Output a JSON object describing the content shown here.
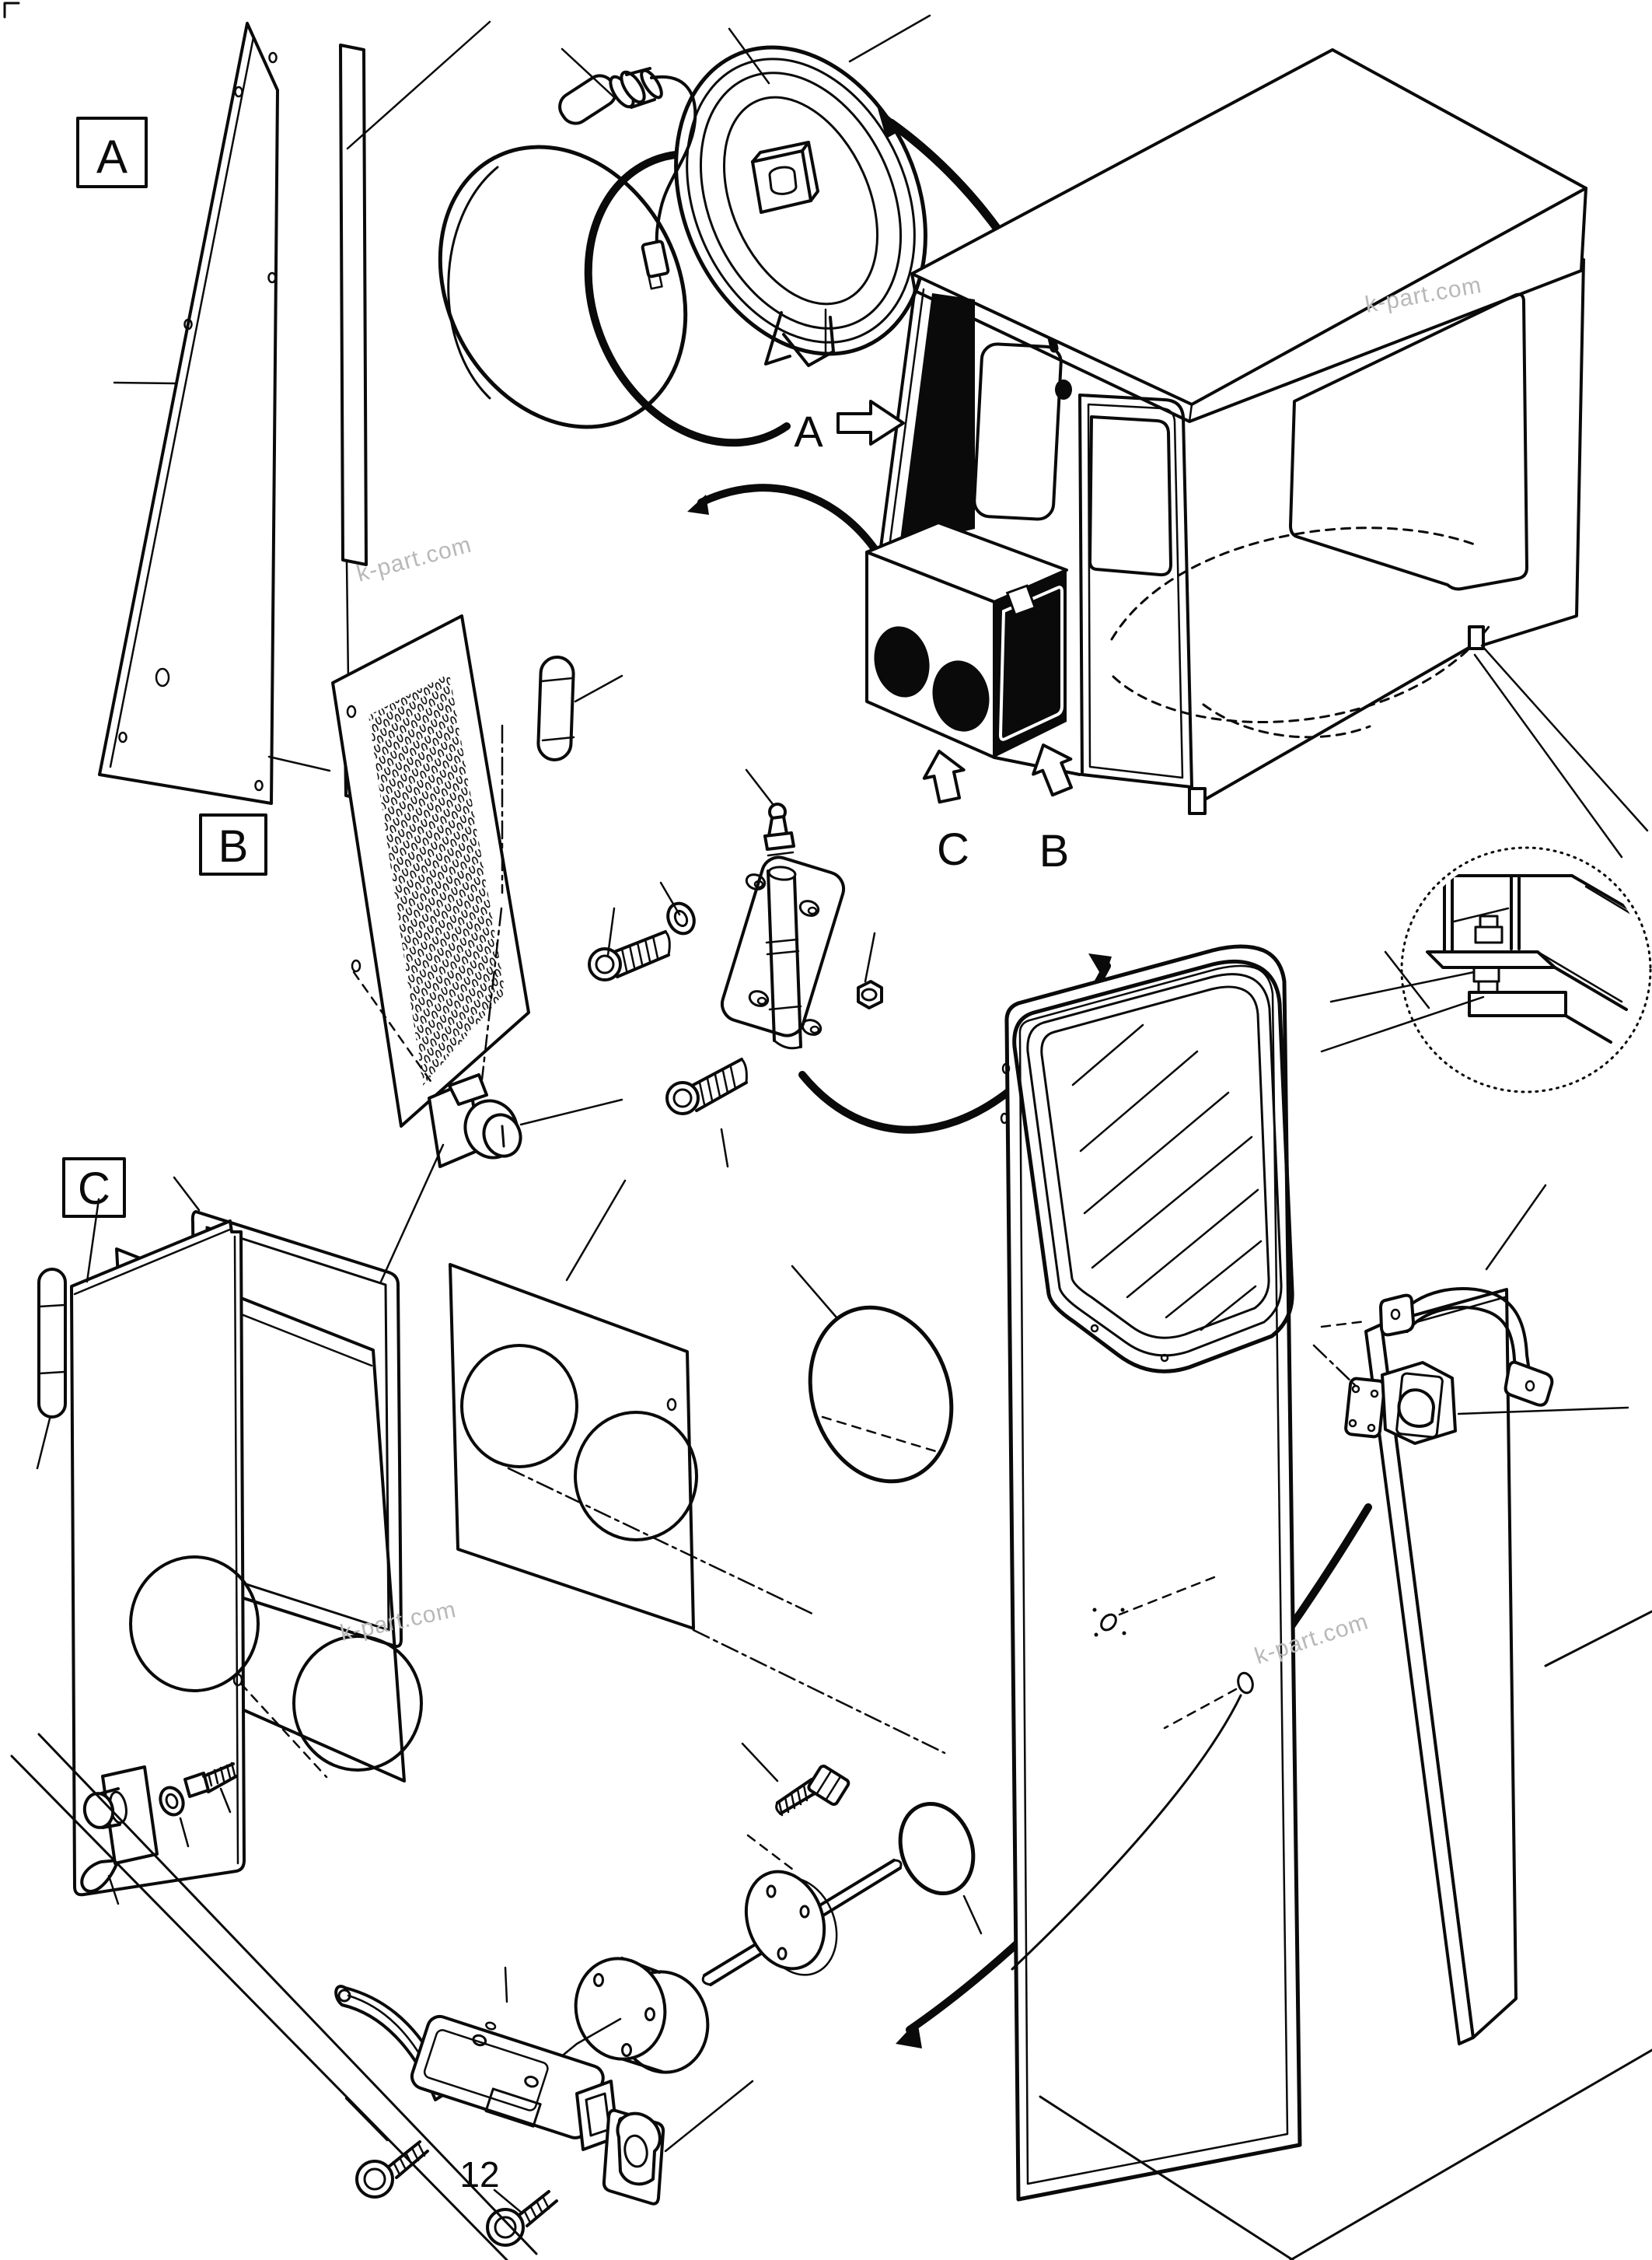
{
  "page": {
    "background": "#ffffff",
    "ink": "#0a0a0a",
    "watermark_color": "#b8b8b8"
  },
  "labels": {
    "section_a": "A",
    "section_b": "B",
    "section_c": "C",
    "view_a": "A",
    "view_b": "B",
    "view_c": "C",
    "item_12": "12"
  },
  "watermarks": {
    "text": "k-part.com"
  }
}
